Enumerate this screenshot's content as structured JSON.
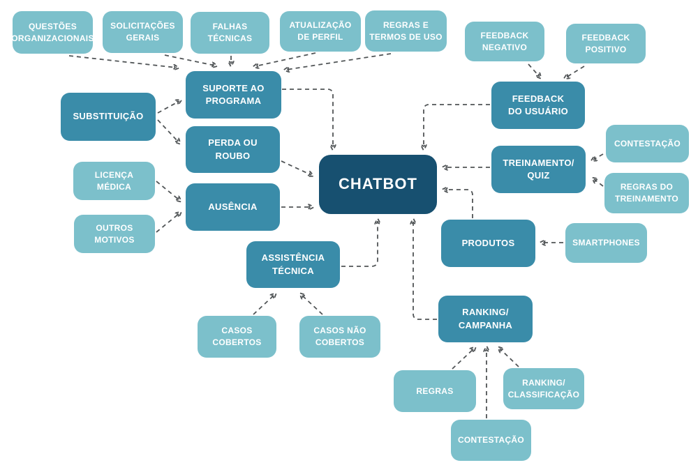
{
  "diagram": {
    "type": "flowchart-mindmap",
    "center_node": "CHATBOT",
    "colors": {
      "background": "#FFFFFF",
      "tier_light": "#7CC0CB",
      "tier_medium": "#3A8CA9",
      "tier_dark": "#175070",
      "connector": "#505456",
      "text": "#FFFFFF"
    },
    "nodes": [
      {
        "id": "questoes-organizacionais",
        "label": "QUESTÕES\nORGANIZACIONAIS",
        "tier": "light"
      },
      {
        "id": "solicitacoes-gerais",
        "label": "SOLICITAÇÕES\nGERAIS",
        "tier": "light"
      },
      {
        "id": "falhas-tecnicas",
        "label": "FALHAS\nTÉCNICAS",
        "tier": "light"
      },
      {
        "id": "atualizacao-de-perfil",
        "label": "ATUALIZAÇÃO\nDE PERFIL",
        "tier": "light"
      },
      {
        "id": "regras-e-termos-de-uso",
        "label": "REGRAS E\nTERMOS DE USO",
        "tier": "light"
      },
      {
        "id": "feedback-negativo",
        "label": "FEEDBACK\nNEGATIVO",
        "tier": "light"
      },
      {
        "id": "feedback-positivo",
        "label": "FEEDBACK\nPOSITIVO",
        "tier": "light"
      },
      {
        "id": "substituicao",
        "label": "SUBSTITUIÇÃO",
        "tier": "medium"
      },
      {
        "id": "suporte-ao-programa",
        "label": "SUPORTE AO\nPROGRAMA",
        "tier": "medium"
      },
      {
        "id": "perda-ou-roubo",
        "label": "PERDA OU\nROUBO",
        "tier": "medium"
      },
      {
        "id": "licenca-medica",
        "label": "LICENÇA\nMÉDICA",
        "tier": "light"
      },
      {
        "id": "outros-motivos",
        "label": "OUTROS\nMOTIVOS",
        "tier": "light"
      },
      {
        "id": "ausencia",
        "label": "AUSÊNCIA",
        "tier": "medium"
      },
      {
        "id": "chatbot",
        "label": "CHATBOT",
        "tier": "dark"
      },
      {
        "id": "feedback-do-usuario",
        "label": "FEEDBACK\nDO USUÁRIO",
        "tier": "medium"
      },
      {
        "id": "treinamento-quiz",
        "label": "TREINAMENTO/\nQUIZ",
        "tier": "medium"
      },
      {
        "id": "contestacao",
        "label": "CONTESTAÇÃO",
        "tier": "light"
      },
      {
        "id": "regras-do-treinamento",
        "label": "REGRAS DO\nTREINAMENTO",
        "tier": "light"
      },
      {
        "id": "produtos",
        "label": "PRODUTOS",
        "tier": "medium"
      },
      {
        "id": "smartphones",
        "label": "SMARTPHONES",
        "tier": "light"
      },
      {
        "id": "assistencia-tecnica",
        "label": "ASSISTÊNCIA\nTÉCNICA",
        "tier": "medium"
      },
      {
        "id": "casos-cobertos",
        "label": "CASOS\nCOBERTOS",
        "tier": "light"
      },
      {
        "id": "casos-nao-cobertos",
        "label": "CASOS NÃO\nCOBERTOS",
        "tier": "light"
      },
      {
        "id": "ranking-campanha",
        "label": "RANKING/\nCAMPANHA",
        "tier": "medium"
      },
      {
        "id": "regras",
        "label": "REGRAS",
        "tier": "light"
      },
      {
        "id": "ranking-classificacao",
        "label": "RANKING/\nCLASSIFICAÇÃO",
        "tier": "light"
      },
      {
        "id": "contestacao-2",
        "label": "CONTESTAÇÃO",
        "tier": "light"
      }
    ],
    "edges": [
      {
        "from": "questoes-organizacionais",
        "to": "suporte-ao-programa"
      },
      {
        "from": "solicitacoes-gerais",
        "to": "suporte-ao-programa"
      },
      {
        "from": "falhas-tecnicas",
        "to": "suporte-ao-programa"
      },
      {
        "from": "atualizacao-de-perfil",
        "to": "suporte-ao-programa"
      },
      {
        "from": "regras-e-termos-de-uso",
        "to": "suporte-ao-programa"
      },
      {
        "from": "substituicao",
        "to": "suporte-ao-programa"
      },
      {
        "from": "substituicao",
        "to": "perda-ou-roubo"
      },
      {
        "from": "licenca-medica",
        "to": "ausencia"
      },
      {
        "from": "outros-motivos",
        "to": "ausencia"
      },
      {
        "from": "suporte-ao-programa",
        "to": "chatbot"
      },
      {
        "from": "perda-ou-roubo",
        "to": "chatbot"
      },
      {
        "from": "ausencia",
        "to": "chatbot"
      },
      {
        "from": "feedback-negativo",
        "to": "feedback-do-usuario"
      },
      {
        "from": "feedback-positivo",
        "to": "feedback-do-usuario"
      },
      {
        "from": "feedback-do-usuario",
        "to": "chatbot"
      },
      {
        "from": "contestacao",
        "to": "treinamento-quiz"
      },
      {
        "from": "regras-do-treinamento",
        "to": "treinamento-quiz"
      },
      {
        "from": "treinamento-quiz",
        "to": "chatbot"
      },
      {
        "from": "smartphones",
        "to": "produtos"
      },
      {
        "from": "produtos",
        "to": "chatbot"
      },
      {
        "from": "casos-cobertos",
        "to": "assistencia-tecnica"
      },
      {
        "from": "casos-nao-cobertos",
        "to": "assistencia-tecnica"
      },
      {
        "from": "assistencia-tecnica",
        "to": "chatbot"
      },
      {
        "from": "regras",
        "to": "ranking-campanha"
      },
      {
        "from": "contestacao-2",
        "to": "ranking-campanha"
      },
      {
        "from": "ranking-classificacao",
        "to": "ranking-campanha"
      },
      {
        "from": "ranking-campanha",
        "to": "chatbot"
      }
    ]
  }
}
